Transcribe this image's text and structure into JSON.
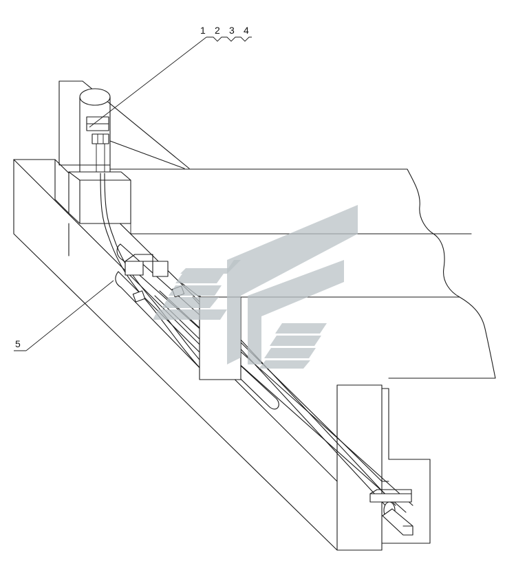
{
  "callouts": {
    "part_1": "1",
    "part_2": "2",
    "part_3": "3",
    "part_4": "4",
    "part_5": "5"
  },
  "colors": {
    "line": "#1a1a1a",
    "watermark": "#b9c2c6",
    "background": "#ffffff"
  },
  "icons": {
    "watermark": "chevron-logo-watermark-icon"
  }
}
